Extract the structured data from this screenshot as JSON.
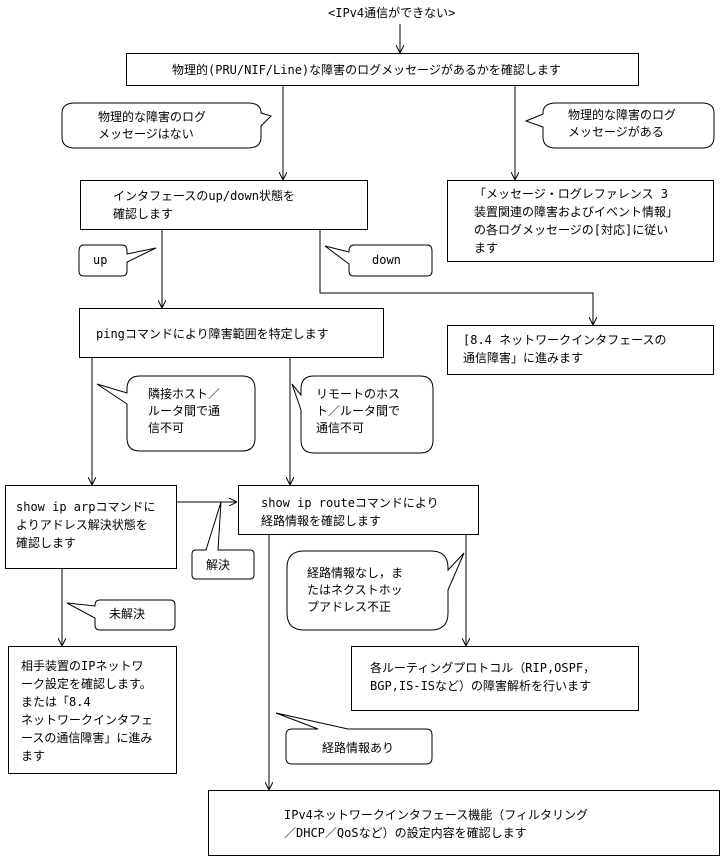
{
  "diagram": {
    "title": "<IPv4通信ができない>",
    "boxes": {
      "check_log": "物理的(PRU/NIF/Line)な障害のログメッセージがあるかを確認します",
      "check_interface": "インタフェースのup/down状態を\n確認します",
      "message_ref": "「メッセージ・ログレファレンス 3\n装置関連の障害およびイベント情報」\nの各ログメッセージの[対応]に従い\nます",
      "ping": "pingコマンドにより障害範囲を特定します",
      "nif_fault": "[8.4 ネットワークインタフェースの\n通信障害」に進みます",
      "arp": "show ip arpコマンドに\nよりアドレス解決状態を\n確認します",
      "route": "show ip routeコマンドにより\n経路情報を確認します",
      "peer_config": "相手装置のIPネットワ\nーク設定を確認します。\nまたは「8.4\nネットワークインタフェ\nースの通信障害」に進み\nます",
      "routing_protocols": "各ルーティングプロトコル（RIP,OSPF，\nBGP,IS-ISなど）の障害解析を行います",
      "ipv4_functions": "IPv4ネットワークインタフェース機能（フィルタリング\n／DHCP／QoSなど）の設定内容を確認します"
    },
    "callouts": {
      "no_log": "物理的な障害のログ\nメッセージはない",
      "has_log": "物理的な障害のログ\nメッセージがある",
      "up": "up",
      "down": "down",
      "adjacent": "隣接ホスト／\nルータ間で通\n信不可",
      "remote": "リモートのホス\nト／ルータ間で\n通信不可",
      "resolved": "解決",
      "unresolved": "未解決",
      "no_route": "経路情報なし，ま\nたはネクストホッ\nプアドレス不正",
      "has_route": "経路情報あり"
    }
  }
}
